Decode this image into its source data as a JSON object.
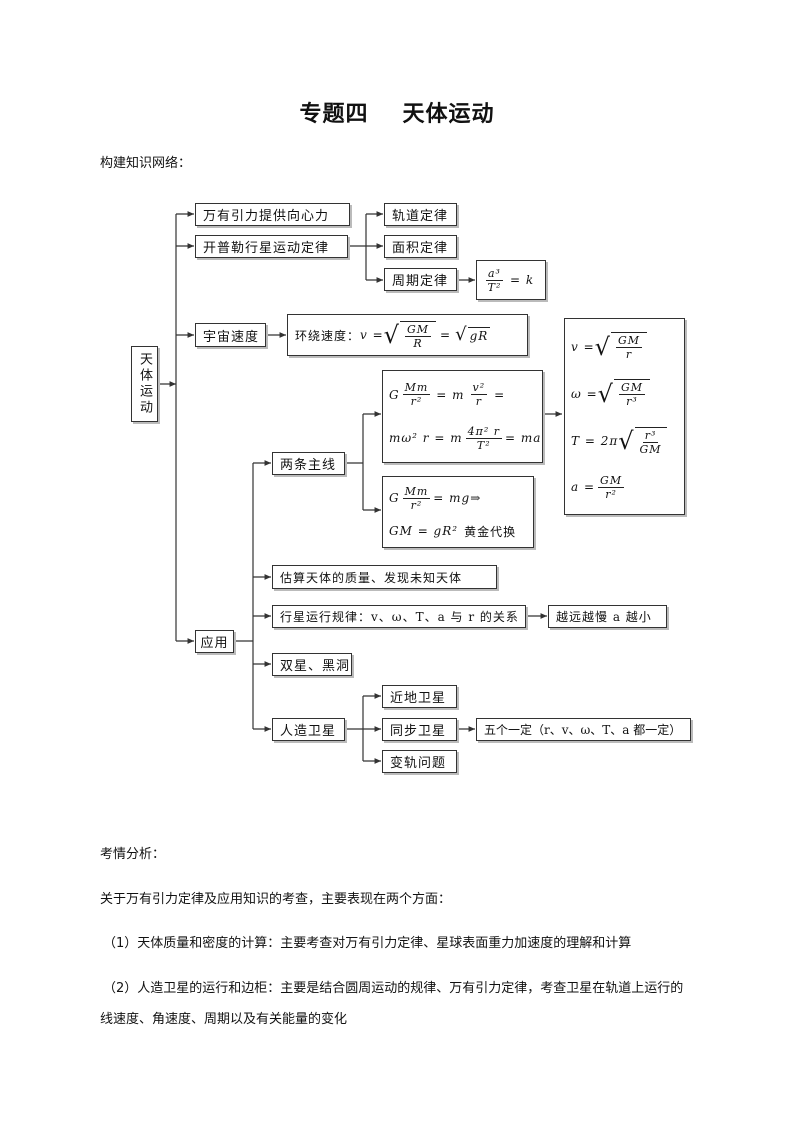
{
  "header": {
    "title_a": "专题四",
    "title_b": "天体运动",
    "subtitle": "构建知识网络："
  },
  "diagram": {
    "root": "天体运动",
    "gravity": "万有引力提供向心力",
    "kepler": "开普勒行星运动定律",
    "orbit_law": "轨道定律",
    "area_law": "面积定律",
    "period_law": "周期定律",
    "period_formula": {
      "num": "a³",
      "den": "T²",
      "rhs": "= k"
    },
    "cosmic_speed": "宇宙速度",
    "circling_speed": {
      "label": "环绕速度：",
      "v": "v =",
      "num": "GM",
      "den": "R",
      "eq": "=",
      "rhs": "gR"
    },
    "application": "应用",
    "two_lines": "两条主线",
    "mainline1": {
      "row1": {
        "g": "G",
        "num1": "Mm",
        "den1": "r²",
        "eq": "= m",
        "num2": "v²",
        "den2": "r",
        "tail": "="
      },
      "row2": {
        "lhs": "mω² r = m",
        "num": "4π² r",
        "den": "T²",
        "tail": "= ma"
      }
    },
    "mainline2": {
      "row1": {
        "g": "G",
        "num": "Mm",
        "den": "r²",
        "tail": "= mg⇒"
      },
      "row2": {
        "formula": "GM = gR²",
        "note": "黄金代换"
      }
    },
    "results": {
      "v": {
        "lhs": "v =",
        "num": "GM",
        "den": "r"
      },
      "w": {
        "lhs": "ω =",
        "num": "GM",
        "den": "r³"
      },
      "T": {
        "lhs": "T = 2π",
        "num": "r³",
        "den": "GM"
      },
      "a": {
        "lhs": "a =",
        "num": "GM",
        "den": "r²"
      }
    },
    "estimate": "估算天体的质量、发现未知天体",
    "planet_rule": "行星运行规律：v、ω、T、a 与 r 的关系",
    "farther": "越远越慢 a 越小",
    "binary": "双星、黑洞",
    "artificial": "人造卫星",
    "near_earth": "近地卫星",
    "sync": "同步卫星",
    "five_fixed": "五个一定（r、v、ω、T、a 都一定）",
    "orbit_change": "变轨问题"
  },
  "analysis": {
    "heading": "考情分析：",
    "intro": "关于万有引力定律及应用知识的考查，主要表现在两个方面：",
    "item1": "（1）天体质量和密度的计算：主要考查对万有引力定律、星球表面重力加速度的理解和计算",
    "item2_line1": "（2）人造卫星的运行和边柜：主要是结合圆周运动的规律、万有引力定律，考查卫星在轨道上运行的",
    "item2_line2": "线速度、角速度、周期以及有关能量的变化"
  }
}
